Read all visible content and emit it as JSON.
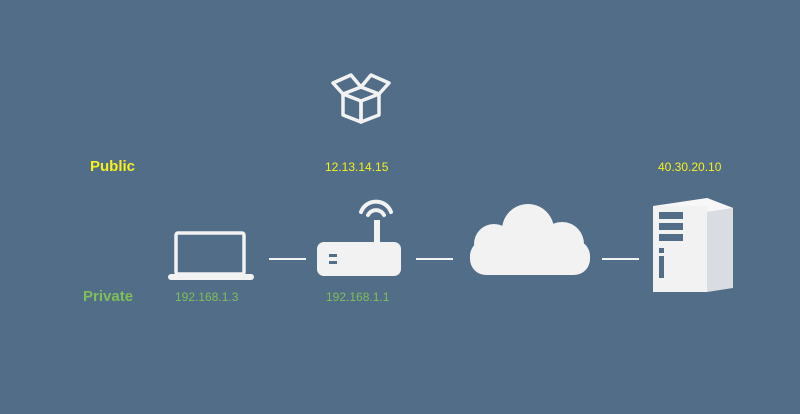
{
  "colors": {
    "background": "#526d87",
    "public": "#f5f01e",
    "private": "#7fbf5a",
    "icon": "#f2f2f2"
  },
  "labels": {
    "public": "Public",
    "private": "Private"
  },
  "nodes": {
    "package": {
      "icon": "open-box-icon"
    },
    "laptop": {
      "icon": "laptop-icon",
      "private_ip": "192.168.1.3"
    },
    "router": {
      "icon": "wifi-router-icon",
      "public_ip": "12.13.14.15",
      "private_ip": "192.168.1.1"
    },
    "internet": {
      "icon": "cloud-icon"
    },
    "server": {
      "icon": "server-tower-icon",
      "public_ip": "40.30.20.10"
    }
  }
}
